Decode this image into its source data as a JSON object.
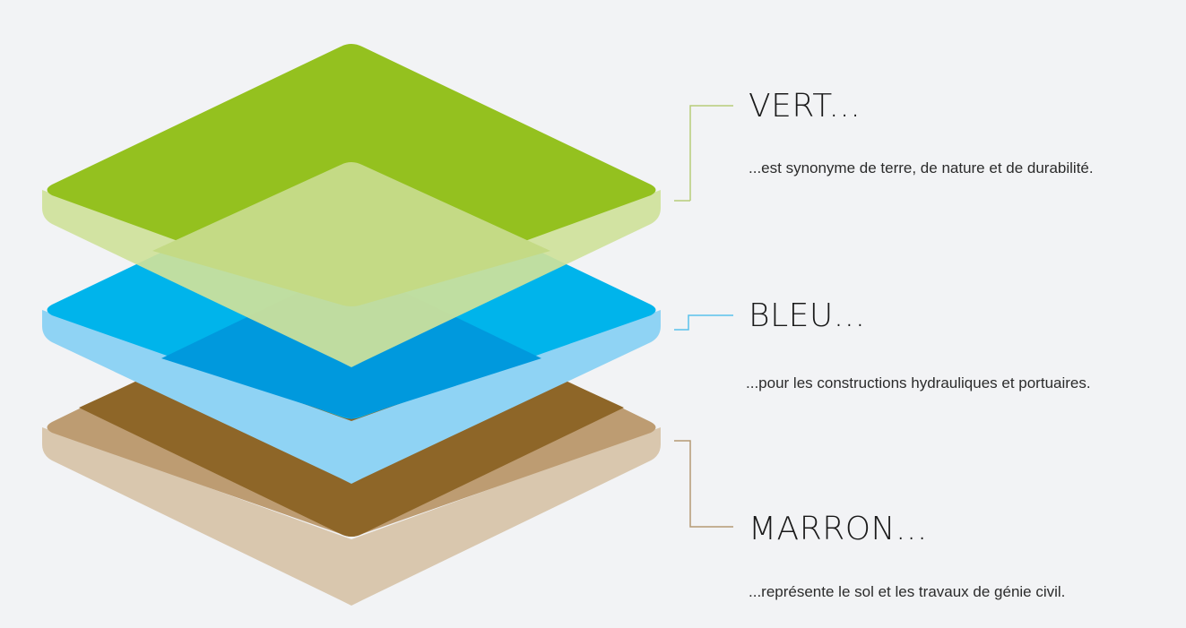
{
  "layers": [
    {
      "id": "vert",
      "title": "VERT...",
      "description": "...est synonyme de terre, de nature et de durabilité.",
      "top_color": "#94c11f",
      "inner_color": "#c4da85",
      "edge_color": "#cfe29a",
      "connector_color": "#b8cc7a"
    },
    {
      "id": "bleu",
      "title": "BLEU...",
      "description": "...pour les constructions hydrauliques et portuaires.",
      "top_color": "#00b4eb",
      "inner_color": "#0099dd",
      "edge_color": "#8fd3f4",
      "connector_color": "#5bc2ec"
    },
    {
      "id": "marron",
      "title": "MARRON...",
      "description": "...représente le sol et les travaux de génie civil.",
      "top_color": "#8e6628",
      "inner_color": "#bd9c72",
      "edge_color": "#d9c7ae",
      "connector_color": "#b49a74"
    }
  ]
}
